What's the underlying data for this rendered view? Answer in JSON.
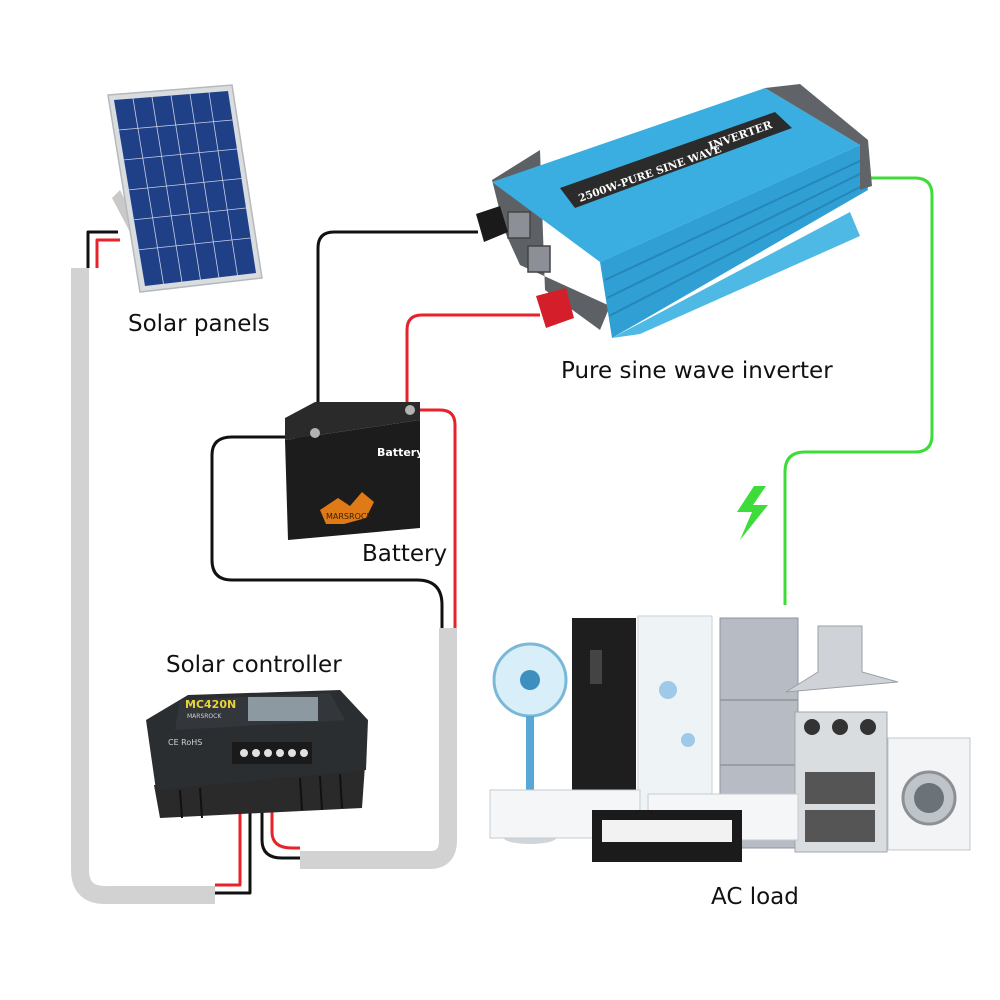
{
  "labels": {
    "solar_panels": "Solar panels",
    "inverter": "Pure sine wave inverter",
    "battery": "Battery",
    "controller": "Solar controller",
    "ac_load": "AC load"
  },
  "device_text": {
    "inverter_band": "2500W-PURE SINE WAVE",
    "inverter_brand": "INVERTER",
    "battery_face": "Battery",
    "battery_brand": "MARSROCK",
    "controller_model": "MC420N",
    "controller_brand": "MARSROCK",
    "controller_cert": "CE RoHS"
  },
  "colors": {
    "dc_positive_wire": "#e8222a",
    "dc_negative_wire": "#111111",
    "ac_output_wire": "#3ddc3a",
    "conduit": "#d2d2d2",
    "inverter_body": "#3aaee0",
    "lightning_bolt": "#3ddc3a"
  },
  "icons": {
    "power_symbol": "lightning-bolt-icon"
  }
}
